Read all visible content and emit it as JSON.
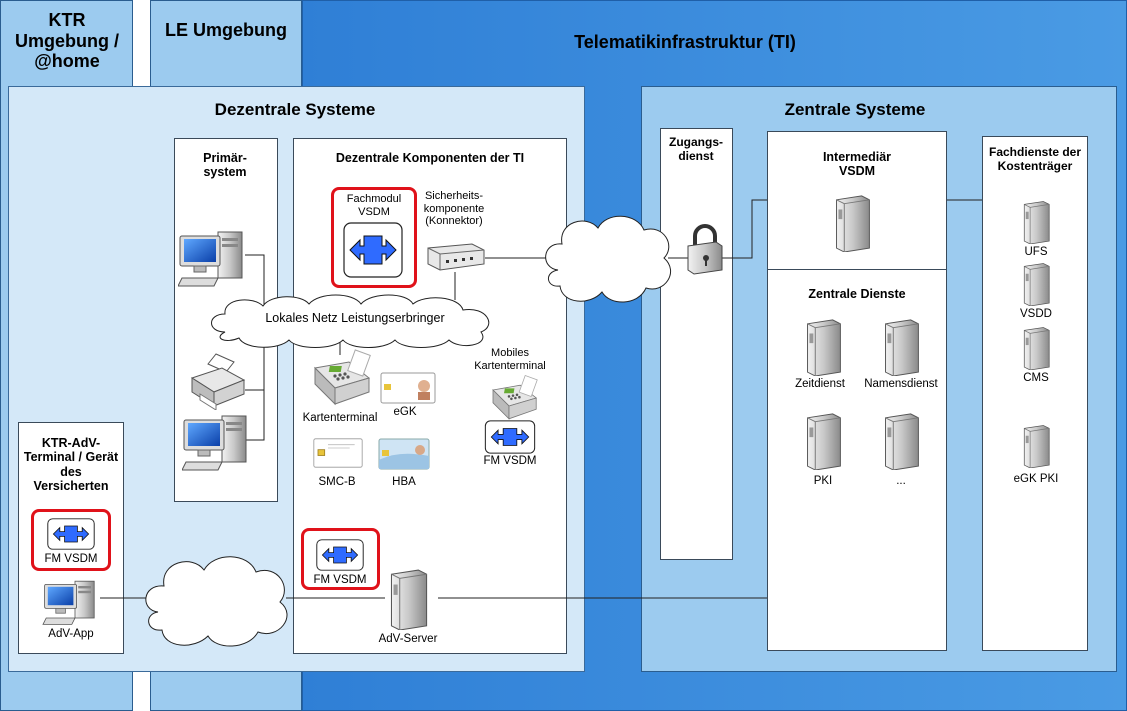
{
  "zones": {
    "ktr": "KTR Umgebung / @home",
    "le": "LE Umgebung",
    "ti": "Telematikinfrastruktur (TI)"
  },
  "dezentral": {
    "title": "Dezentrale Systeme",
    "primaersystem": "Primär- system",
    "komponenten_title": "Dezentrale Komponenten der TI",
    "fachmodul": "Fachmodul VSDM",
    "sicherheitskomponente": "Sicherheits- komponente (Konnektor)",
    "lan": "Lokales Netz Leistungserbringer",
    "kartenterminal": "Kartenterminal",
    "egk": "eGK",
    "mobiles_terminal": "Mobiles Kartenterminal",
    "fm_vsdm_mobile": "FM VSDM",
    "smcb": "SMC-B",
    "hba": "HBA",
    "fm_vsdm_adv": "FM VSDM",
    "adv_server": "AdV-Server"
  },
  "ktr_adv": {
    "title": "KTR-AdV- Terminal / Gerät des Versicherten",
    "fm_vsdm": "FM VSDM",
    "adv_app": "AdV-App"
  },
  "zentral": {
    "title": "Zentrale Systeme",
    "zugangsdienst": "Zugangs- dienst",
    "intermediaer": "Intermediär VSDM",
    "zentrale_dienste": "Zentrale Dienste",
    "zeitdienst": "Zeitdienst",
    "namensdienst": "Namensdienst",
    "pki": "PKI",
    "ellipsis": "...",
    "fachdienste_title": "Fachdienste der Kostenträger",
    "ufs": "UFS",
    "vsdd": "VSDD",
    "cms": "CMS",
    "egk_pki": "eGK PKI"
  },
  "colors": {
    "ti_blue": "#3f8fdc",
    "light_blue": "#9ccbef",
    "pale_blue": "#d4e8f8",
    "highlight_red": "#e0121a",
    "arrow_blue": "#2f6bff"
  },
  "icons": [
    "desktop-computer-icon",
    "printer-icon",
    "server-icon",
    "card-terminal-icon",
    "smartcard-icon",
    "router-icon",
    "lock-icon",
    "cloud-icon",
    "bidirectional-arrow-icon"
  ]
}
